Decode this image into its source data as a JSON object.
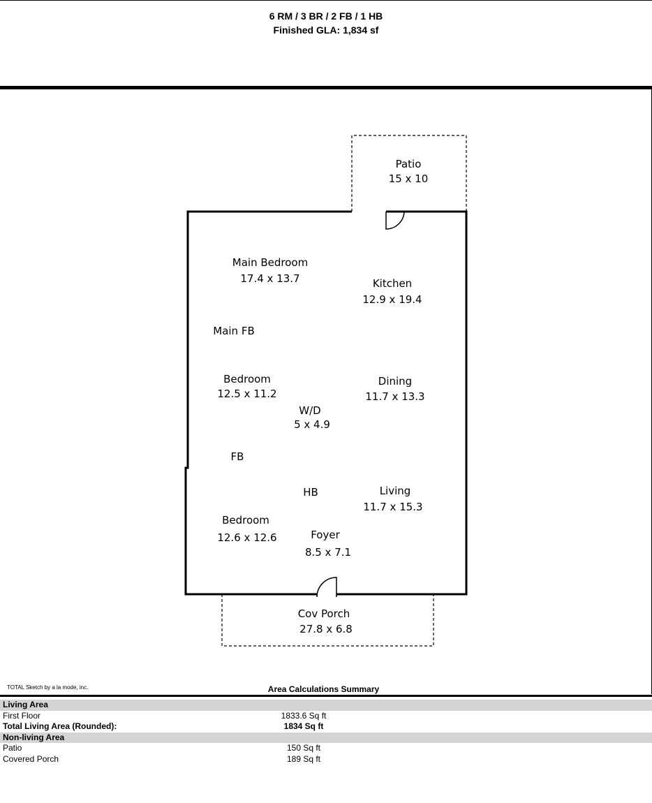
{
  "header": {
    "line1": "6 RM / 3 BR / 2 FB / 1 HB",
    "line2": "Finished GLA: 1,834 sf"
  },
  "rooms": {
    "patio": {
      "name": "Patio",
      "dims": "15 x 10"
    },
    "main_bedroom": {
      "name": "Main Bedroom",
      "dims": "17.4 x 13.7"
    },
    "kitchen": {
      "name": "Kitchen",
      "dims": "12.9 x 19.4"
    },
    "main_fb": {
      "name": "Main FB"
    },
    "bedroom_1": {
      "name": "Bedroom",
      "dims": "12.5 x 11.2"
    },
    "dining": {
      "name": "Dining",
      "dims": "11.7 x 13.3"
    },
    "wd": {
      "name": "W/D",
      "dims": "5 x 4.9"
    },
    "fb": {
      "name": "FB"
    },
    "hb": {
      "name": "HB"
    },
    "living": {
      "name": "Living",
      "dims": "11.7 x 15.3"
    },
    "bedroom_2": {
      "name": "Bedroom",
      "dims": "12.6 x 12.6"
    },
    "foyer": {
      "name": "Foyer",
      "dims": "8.5 x 7.1"
    },
    "cov_porch": {
      "name": "Cov Porch",
      "dims": "27.8 x 6.8"
    }
  },
  "footer": {
    "credit": "TOTAL Sketch by a la mode, inc.",
    "summary_title": "Area Calculations Summary"
  },
  "summary": {
    "living_area_label": "Living Area",
    "first_floor_label": "First Floor",
    "first_floor_value": "1833.6 Sq ft",
    "total_label": "Total Living Area (Rounded):",
    "total_value": "1834 Sq ft",
    "nonliving_label": "Non-living Area",
    "patio_label": "Patio",
    "patio_value": "150 Sq ft",
    "porch_label": "Covered Porch",
    "porch_value": "189 Sq ft"
  },
  "colors": {
    "line": "#000000",
    "row_shade": "#d4d4d4"
  }
}
